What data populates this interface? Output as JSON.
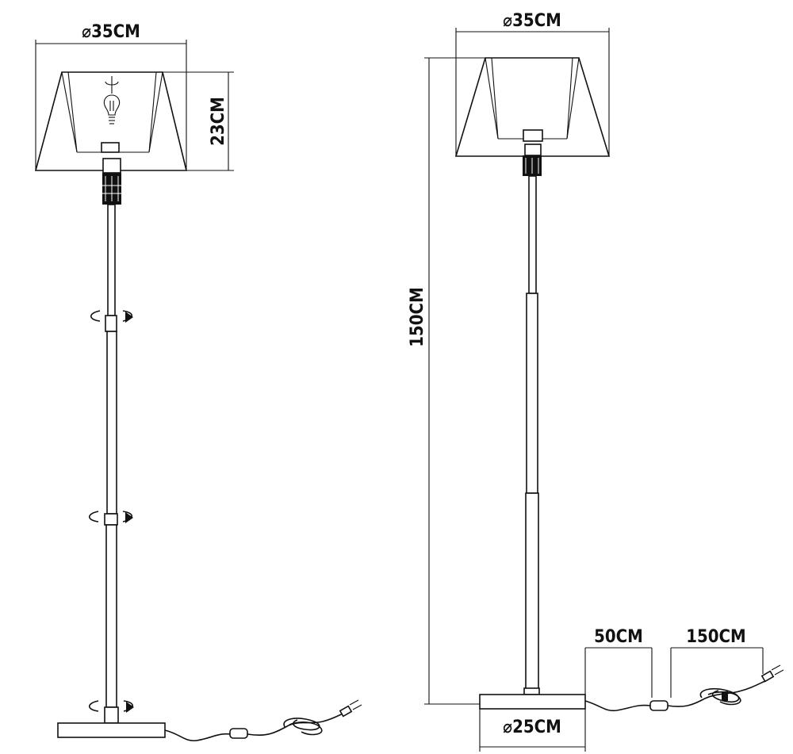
{
  "left_view": {
    "shade_width_label": "⌀35CM",
    "shade_height_label": "23CM"
  },
  "right_view": {
    "shade_width_label": "⌀35CM",
    "total_height_label": "150CM",
    "base_width_label": "⌀25CM",
    "cord_to_switch_label": "50CM",
    "switch_to_plug_label": "150CM"
  }
}
